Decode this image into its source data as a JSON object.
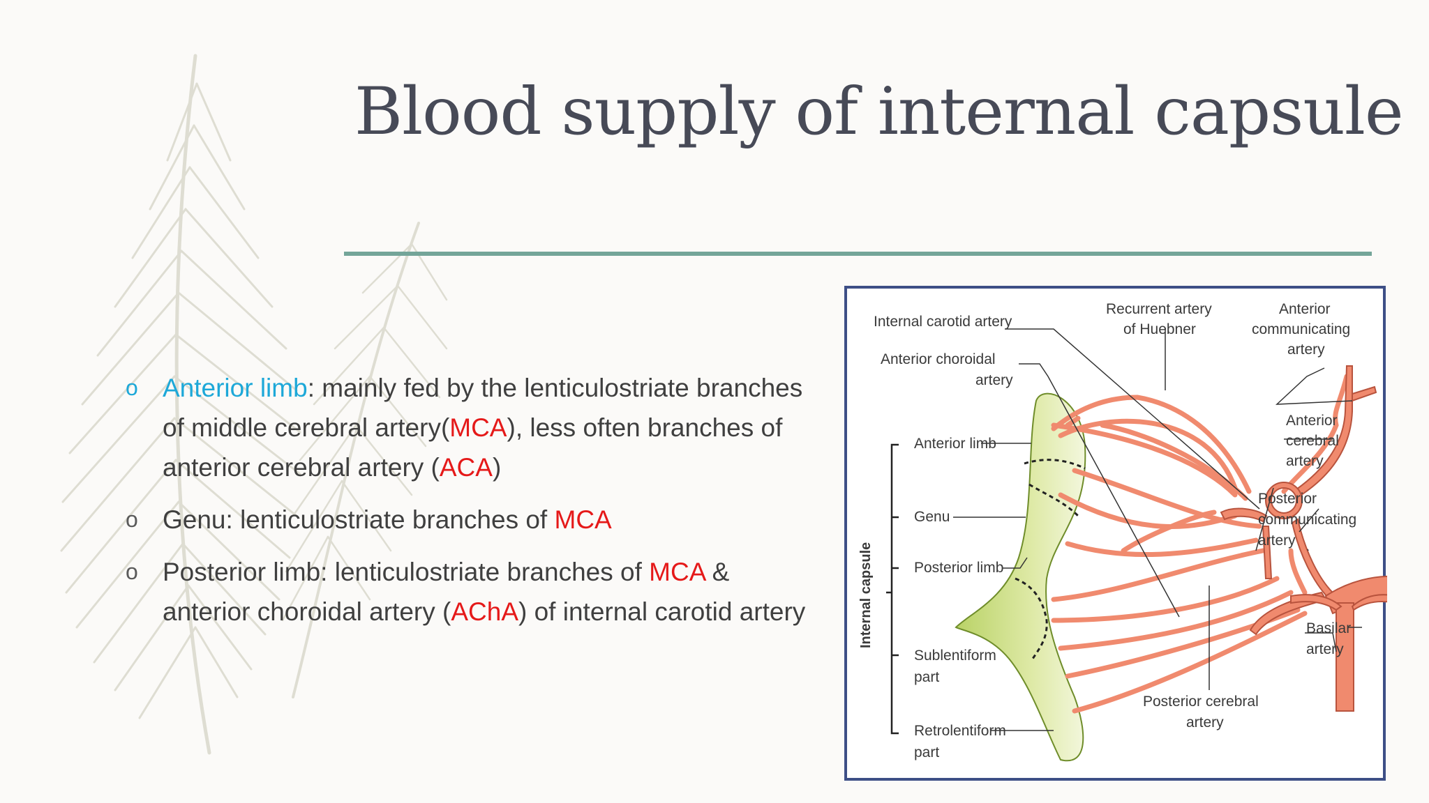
{
  "title": "Blood supply of internal capsule",
  "colors": {
    "accent_rule": "#74a599",
    "highlight_blue": "#1da8d8",
    "highlight_red": "#e51919",
    "artery": "#f08a6e",
    "capsule": "#cfe08a"
  },
  "bullets": [
    {
      "label": "Anterior limb",
      "t1": ": mainly fed by the lenticulostriate branches of middle cerebral artery(",
      "abbr1": "MCA",
      "t2": "), less often branches of anterior cerebral artery (",
      "abbr2": "ACA",
      "t3": ")"
    },
    {
      "t1": "Genu: lenticulostriate branches of ",
      "abbr1": "MCA"
    },
    {
      "t1": "Posterior limb: lenticulostriate branches of ",
      "abbr1": "MCA",
      "t2": " & anterior choroidal artery (",
      "abbr2": "AChA",
      "t3": ") of internal carotid artery"
    }
  ],
  "figure": {
    "labels": {
      "internal_carotid": "Internal carotid artery",
      "anterior_choroidal_1": "Anterior choroidal",
      "anterior_choroidal_2": "artery",
      "recurrent_1": "Recurrent artery",
      "recurrent_2": "of Huebner",
      "ant_comm_1": "Anterior",
      "ant_comm_2": "communicating",
      "ant_comm_3": "artery",
      "ant_cerebral_1": "Anterior",
      "ant_cerebral_2": "cerebral",
      "ant_cerebral_3": "artery",
      "post_comm_1": "Posterior",
      "post_comm_2": "communicating",
      "post_comm_3": "artery",
      "basilar_1": "Basilar",
      "basilar_2": "artery",
      "post_cerebral_1": "Posterior cerebral",
      "post_cerebral_2": "artery",
      "anterior_limb": "Anterior limb",
      "genu": "Genu",
      "posterior_limb": "Posterior limb",
      "sublentiform_1": "Sublentiform",
      "sublentiform_2": "part",
      "retrolentiform_1": "Retrolentiform",
      "retrolentiform_2": "part",
      "internal_capsule": "Internal capsule"
    }
  }
}
